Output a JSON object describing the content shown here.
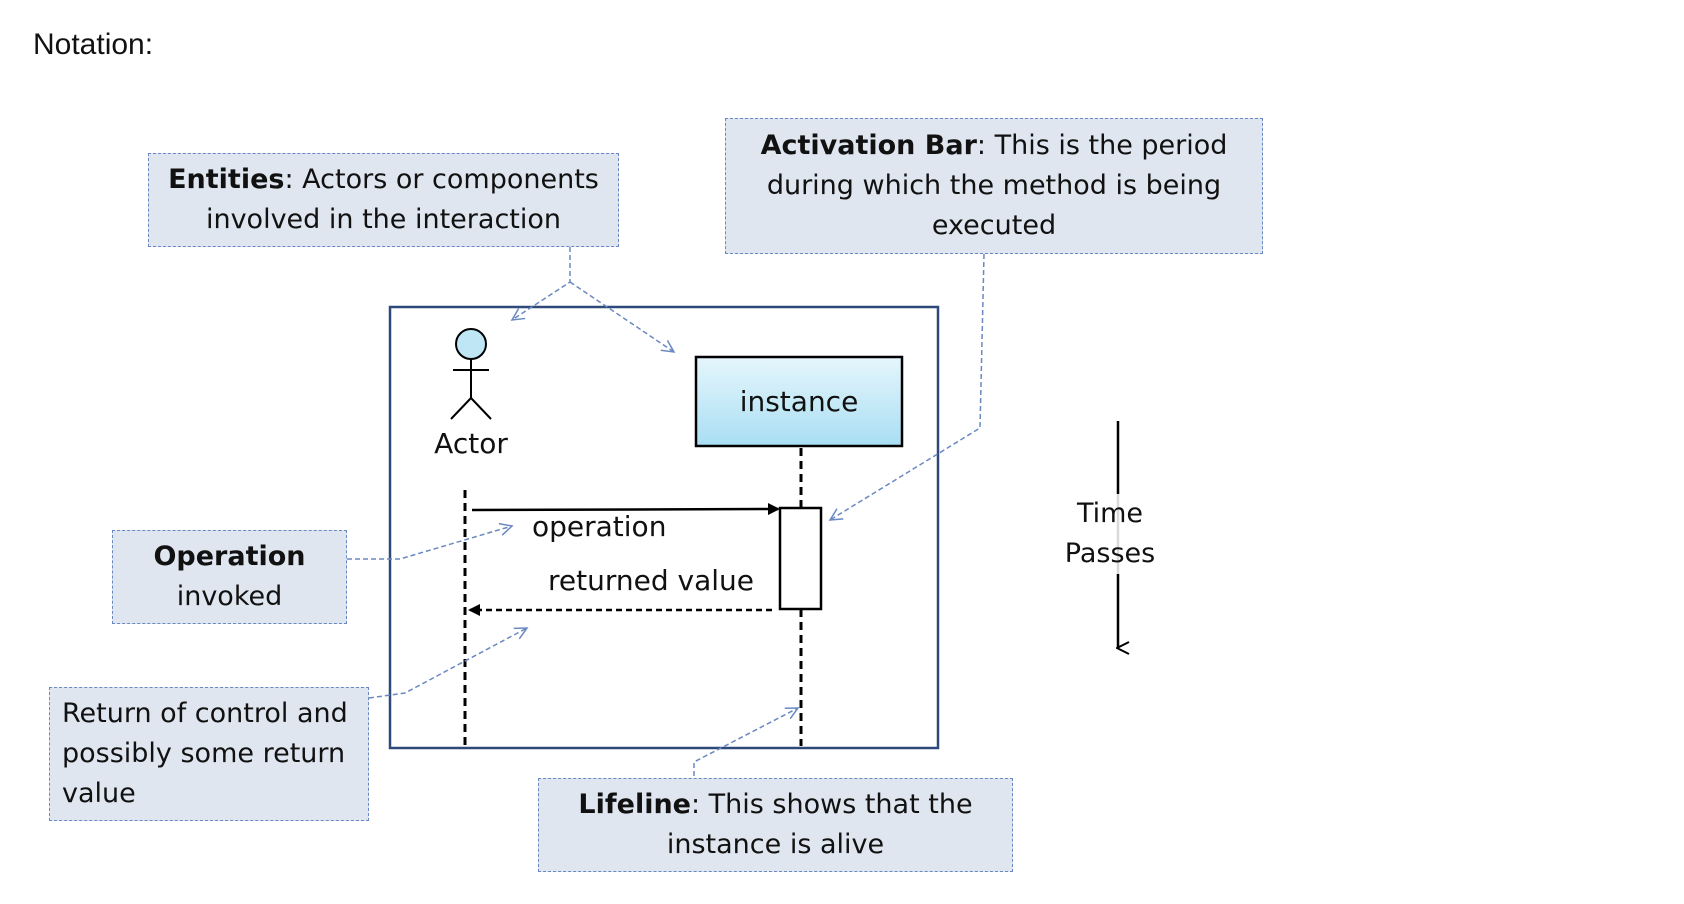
{
  "heading": "Notation:",
  "notes": {
    "entities": {
      "title": "Entities",
      "line1_rest": ":  Actors or components",
      "line2": "involved in the interaction"
    },
    "activation": {
      "title": "Activation Bar",
      "line1_rest": ": This is the period",
      "line2": "during which the method is being",
      "line3": "executed"
    },
    "operation": {
      "title": "Operation",
      "line2": "invoked"
    },
    "return_control": {
      "line1": "Return of control and",
      "line2": "possibly some return",
      "line3": "value"
    },
    "lifeline": {
      "title": "Lifeline",
      "line1_rest": ": This shows that the",
      "line2": "instance is alive"
    }
  },
  "diagram": {
    "actor_label": "Actor",
    "instance_label": "instance",
    "operation_label": "operation",
    "returned_label": "returned value"
  },
  "time": {
    "line1": "Time",
    "line2": "Passes"
  },
  "colors": {
    "note_fill": "#dfe6f0",
    "note_border": "#6a88c2",
    "frame": "#2f4a7a",
    "instance_fill_top": "#e6f6fc",
    "instance_fill_bottom": "#a9def3",
    "actor_head": "#bfe6f5",
    "pointer": "#6a88c2"
  }
}
